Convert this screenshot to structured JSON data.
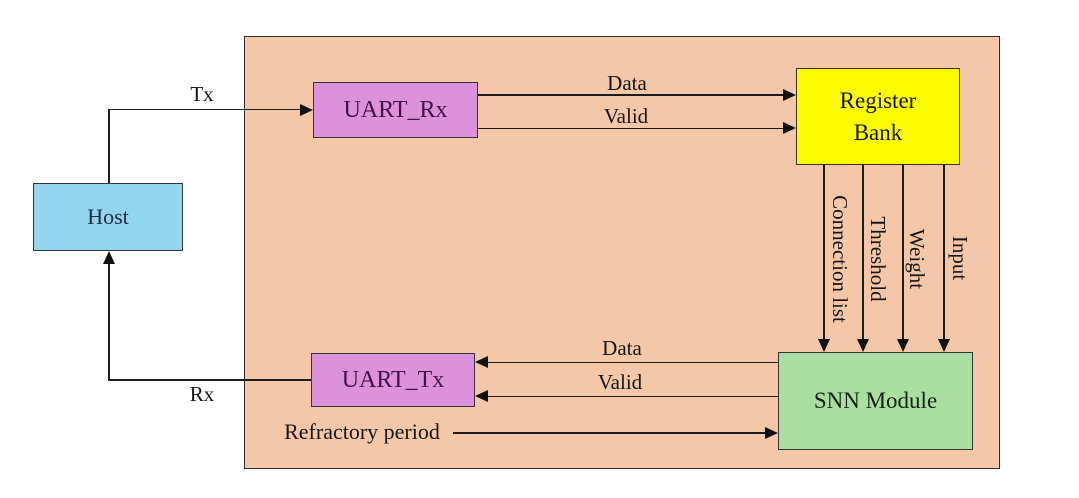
{
  "diagram": {
    "description": "Block diagram of an SNN hardware system: a Host communicates over UART with an FPGA module containing UART_Rx, Register Bank, SNN Module and UART_Tx",
    "container": {
      "fill": "#F4C7A8",
      "border": "#2e2e2e"
    },
    "colors": {
      "wire": "#1C1C1C",
      "arrowhead": "#111111",
      "label_text": "#151515",
      "background": "#ffffff"
    },
    "blocks": {
      "host": {
        "label": "Host",
        "fill": "#93D4EF",
        "text_color": "#1E2B45"
      },
      "uart_rx": {
        "label": "UART_Rx",
        "fill": "#DC92DA",
        "text_color": "#43104A"
      },
      "register_bank": {
        "lines": [
          "Register",
          "Bank"
        ],
        "fill": "#FCFC00",
        "text_color": "#151515"
      },
      "uart_tx": {
        "label": "UART_Tx",
        "fill": "#DC92DA",
        "text_color": "#43104A"
      },
      "snn_module": {
        "label": "SNN Module",
        "fill": "#ABDFA1",
        "text_color": "#10240F"
      }
    },
    "signals": {
      "tx": "Tx",
      "rx": "Rx",
      "uart_rx_to_register": {
        "data": "Data",
        "valid": "Valid"
      },
      "snn_to_uart_tx": {
        "data": "Data",
        "valid": "Valid"
      },
      "refractory": "Refractory period",
      "register_to_snn": [
        "Connection list",
        "Threshold",
        "Weight",
        "Input"
      ]
    }
  }
}
